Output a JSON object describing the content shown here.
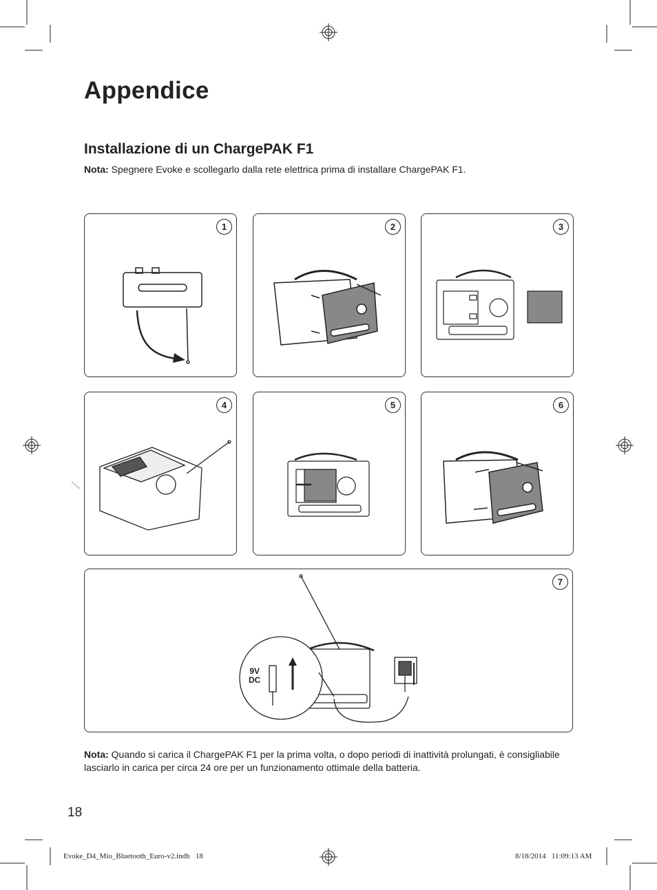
{
  "page": {
    "title": "Appendice",
    "section_title": "Installazione di un ChargePAK F1",
    "note_top": {
      "label": "Nota:",
      "text": " Spegnere Evoke e scollegarlo dalla rete elettrica prima di installare ChargePAK F1."
    },
    "note_bottom": {
      "label": "Nota:",
      "text": " Quando si carica il ChargePAK F1 per la prima volta, o dopo periodi di inattività prolungati, è consigliabile lasciarlo in carica per circa 24 ore per un funzionamento ottimale della batteria."
    },
    "page_number": "18",
    "footer_left": "Evoke_D4_Mio_Bluetooth_Euro-v2.indb   18",
    "footer_right": "8/18/2014   11:09:13 AM"
  },
  "steps": [
    {
      "number": "1"
    },
    {
      "number": "2"
    },
    {
      "number": "3"
    },
    {
      "number": "4"
    },
    {
      "number": "5"
    },
    {
      "number": "6"
    },
    {
      "number": "7",
      "connector_label_1": "9V",
      "connector_label_2": "DC"
    }
  ]
}
